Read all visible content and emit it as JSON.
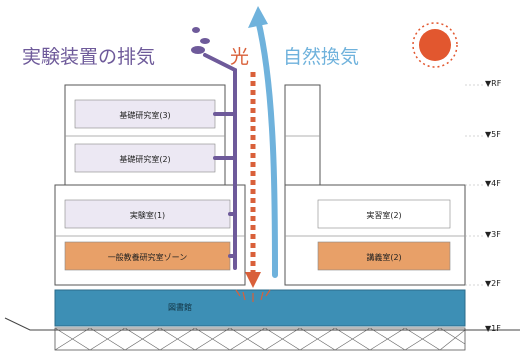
{
  "captions": {
    "exhaust": "実験装置の排気",
    "light": "光",
    "ventilation": "自然換気"
  },
  "rooms": {
    "lab_basic_3": "基礎研究室(3)",
    "lab_basic_2": "基礎研究室(2)",
    "lab_1": "実験室(1)",
    "general_zone": "一般教養研究室ゾーン",
    "library": "図書館",
    "practice_2": "実習室(2)",
    "lecture_2": "講義室(2)"
  },
  "floors": {
    "rf": "▼RF",
    "f5": "▼5F",
    "f4": "▼4F",
    "f3": "▼3F",
    "f2": "▼2F",
    "f1": "▼1F"
  },
  "colors": {
    "exhaust": "#6e5a9a",
    "ventilation": "#6fb2dc",
    "light": "#d9603a",
    "sun": "#e2572f",
    "room_lavender": "#ece8f3",
    "room_orange": "#e8a068",
    "library": "#3d8fb5"
  }
}
